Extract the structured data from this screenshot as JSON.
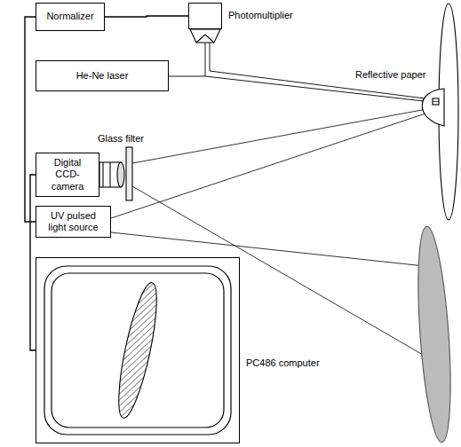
{
  "diagram": {
    "nodes": [
      {
        "text": [
          "Normalizer"
        ]
      },
      {
        "text": [
          "Photomultiplier"
        ]
      },
      {
        "text": [
          "He-Ne laser"
        ]
      },
      {
        "text": [
          "Digital CCD-camera"
        ]
      },
      {
        "text": [
          "UV pulsed light source"
        ]
      },
      {
        "text": [
          "PC486 computer"
        ]
      }
    ],
    "edges": [
      {
        "from": 0,
        "to": 1,
        "arrow": "none"
      },
      {
        "from": 0,
        "to": 4,
        "arrow": "none"
      },
      {
        "from": 3,
        "to": 5,
        "arrow": "none"
      }
    ],
    "labels": [
      "Reflective paper",
      "Glass filter"
    ]
  }
}
